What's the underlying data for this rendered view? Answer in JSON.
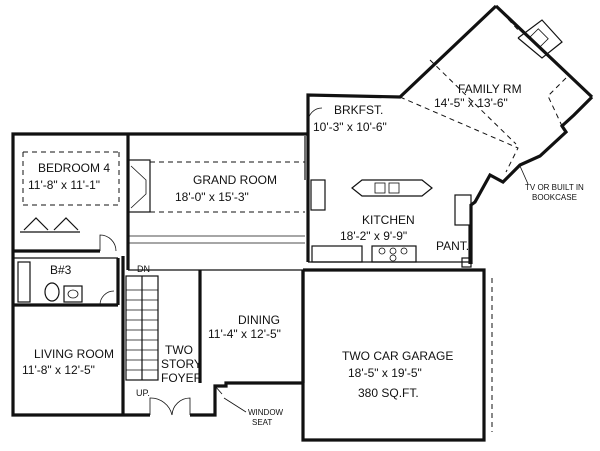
{
  "rooms": {
    "family": {
      "name": "FAMILY RM",
      "dims": "14'-5\" x 13'-6\""
    },
    "brkfst": {
      "name": "BRKFST.",
      "dims": "10'-3\" x 10'-6\""
    },
    "bedroom4": {
      "name": "BEDROOM 4",
      "dims": "11'-8\" x 11'-1\""
    },
    "grand": {
      "name": "GRAND ROOM",
      "dims": "18'-0\" x 15'-3\""
    },
    "kitchen": {
      "name": "KITCHEN",
      "dims": "18'-2\" x 9'-9\""
    },
    "pantry": {
      "name": "PANT."
    },
    "bath3": {
      "name": "B#3"
    },
    "living": {
      "name": "LIVING ROOM",
      "dims": "11'-8\" x 12'-5\""
    },
    "dining": {
      "name": "DINING",
      "dims": "11'-4\" x 12'-5\""
    },
    "foyer": {
      "line1": "TWO",
      "line2": "STORY",
      "line3": "FOYER"
    },
    "garage": {
      "name": "TWO CAR GARAGE",
      "dims": "18'-5\" x 19'-5\"",
      "area": "380 SQ.FT."
    }
  },
  "notes": {
    "tv_line1": "TV OR BUILT IN",
    "tv_line2": "BOOKCASE",
    "window_seat_line1": "WINDOW",
    "window_seat_line2": "SEAT",
    "stair_dn": "DN",
    "stair_up": "UP."
  }
}
